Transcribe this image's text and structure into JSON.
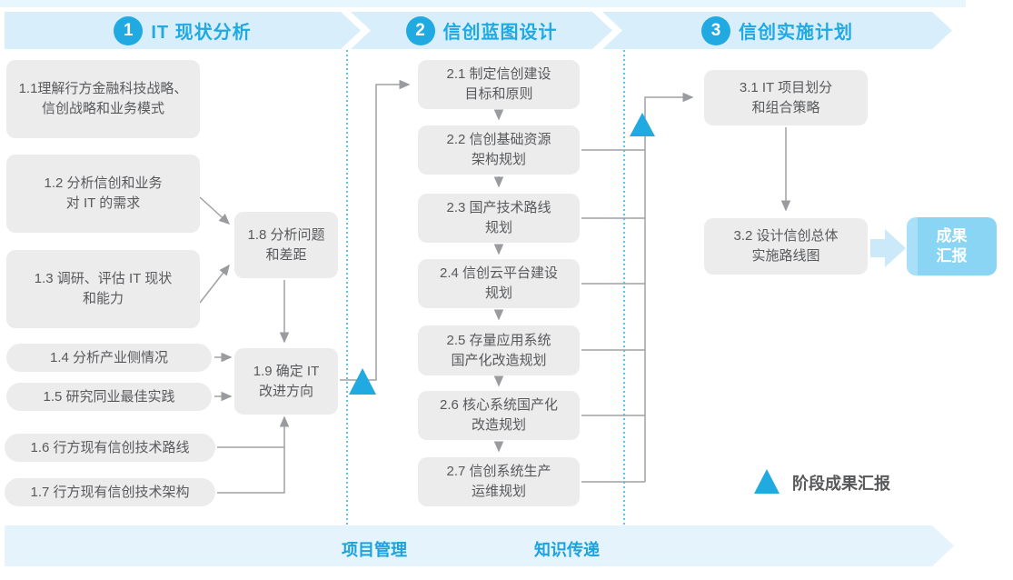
{
  "phases": [
    {
      "number": "1",
      "title": "IT 现状分析"
    },
    {
      "number": "2",
      "title": "信创蓝图设计"
    },
    {
      "number": "3",
      "title": "信创实施计划"
    }
  ],
  "steps": {
    "s11": {
      "line1": "1.1理解行方金融科技战略、",
      "line2": "信创战略和业务模式"
    },
    "s12": {
      "line1": "1.2 分析信创和业务",
      "line2": "对 IT 的需求"
    },
    "s13": {
      "line1": "1.3 调研、评估 IT 现状",
      "line2": "和能力"
    },
    "s14": {
      "line1": "1.4 分析产业侧情况"
    },
    "s15": {
      "line1": "1.5 研究同业最佳实践"
    },
    "s16": {
      "line1": "1.6 行方现有信创技术路线"
    },
    "s17": {
      "line1": "1.7 行方现有信创技术架构"
    },
    "s18": {
      "line1": "1.8 分析问题",
      "line2": "和差距"
    },
    "s19": {
      "line1": "1.9 确定 IT",
      "line2": "改进方向"
    },
    "s21": {
      "line1": "2.1 制定信创建设",
      "line2": "目标和原则"
    },
    "s22": {
      "line1": "2.2 信创基础资源",
      "line2": "架构规划"
    },
    "s23": {
      "line1": "2.3 国产技术路线",
      "line2": "规划"
    },
    "s24": {
      "line1": "2.4 信创云平台建设",
      "line2": "规划"
    },
    "s25": {
      "line1": "2.5 存量应用系统",
      "line2": "国产化改造规划"
    },
    "s26": {
      "line1": "2.6 核心系统国产化",
      "line2": "改造规划"
    },
    "s27": {
      "line1": "2.7 信创系统生产",
      "line2": "运维规划"
    },
    "s31": {
      "line1": "3.1 IT 项目划分",
      "line2": "和组合策略"
    },
    "s32": {
      "line1": "3.2 设计信创总体",
      "line2": "实施路线图"
    }
  },
  "deliverable": {
    "line1": "成果",
    "line2": "汇报"
  },
  "legend": {
    "label": "阶段成果汇报"
  },
  "footer": {
    "left": "项目管理",
    "right": "知识传递"
  },
  "colors": {
    "accent": "#21a9e1",
    "banner_fill": "#d8eefa",
    "footer_fill": "#e4f3fc",
    "box_fill": "#ececed",
    "box_text": "#58595b",
    "connector": "#a0a1a4",
    "deliverable_fill": "#8bd5f4"
  }
}
